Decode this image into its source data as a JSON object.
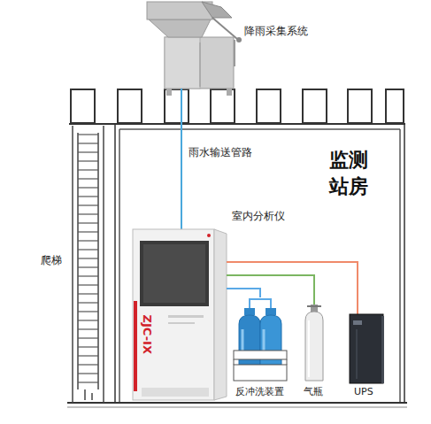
{
  "diagram": {
    "labels": [
      "降雨采集系统",
      "雨水输送管路",
      "监测 站房",
      "室内分析仪",
      "爬梯",
      "ZJC-IX",
      "反冲洗装置",
      "气瓶",
      "UPS"
    ]
  }
}
